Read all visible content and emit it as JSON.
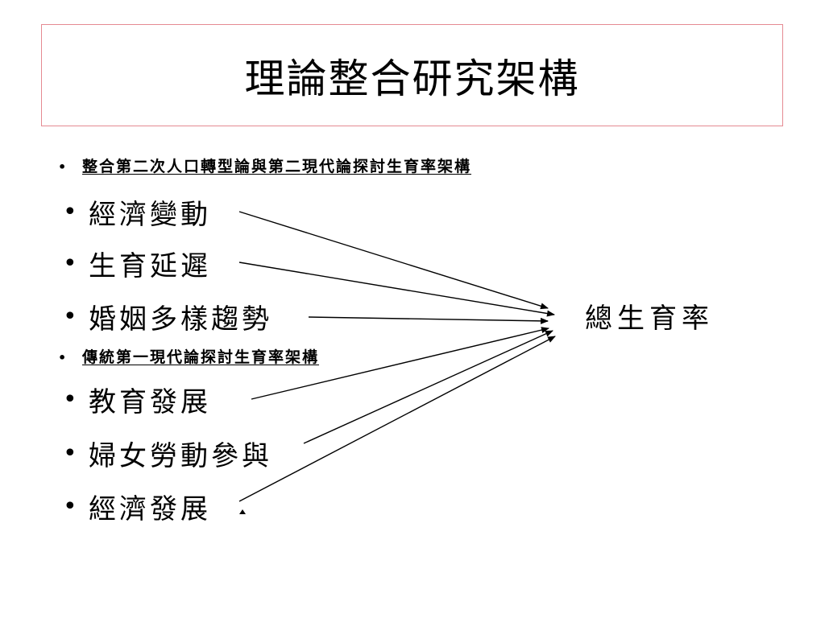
{
  "slide": {
    "title": "理論整合研究架構",
    "title_border_color": "#e58a92",
    "background": "#ffffff"
  },
  "sections": [
    {
      "bullet": "•",
      "label": "整合第二次人口轉型論與第二現代論探討生育率架構",
      "items": [
        {
          "bullet": "•",
          "label": "經濟變動"
        },
        {
          "bullet": "•",
          "label": "生育延遲"
        },
        {
          "bullet": "•",
          "label": "婚姻多樣趨勢"
        }
      ]
    },
    {
      "bullet": "•",
      "label": "傳統第一現代論探討生育率架構",
      "items": [
        {
          "bullet": "•",
          "label": "教育發展"
        },
        {
          "bullet": "•",
          "label": "婦女勞動參與"
        },
        {
          "bullet": "•",
          "label": "經濟發展"
        }
      ]
    }
  ],
  "target": {
    "label": "總生育率"
  },
  "diagram": {
    "type": "many-to-one arrows",
    "edges": [
      {
        "from": "經濟變動",
        "to": "總生育率"
      },
      {
        "from": "生育延遲",
        "to": "總生育率"
      },
      {
        "from": "婚姻多樣趨勢",
        "to": "總生育率"
      },
      {
        "from": "教育發展",
        "to": "總生育率"
      },
      {
        "from": "婦女勞動參與",
        "to": "總生育率"
      },
      {
        "from": "經濟發展",
        "to": "總生育率"
      }
    ]
  }
}
